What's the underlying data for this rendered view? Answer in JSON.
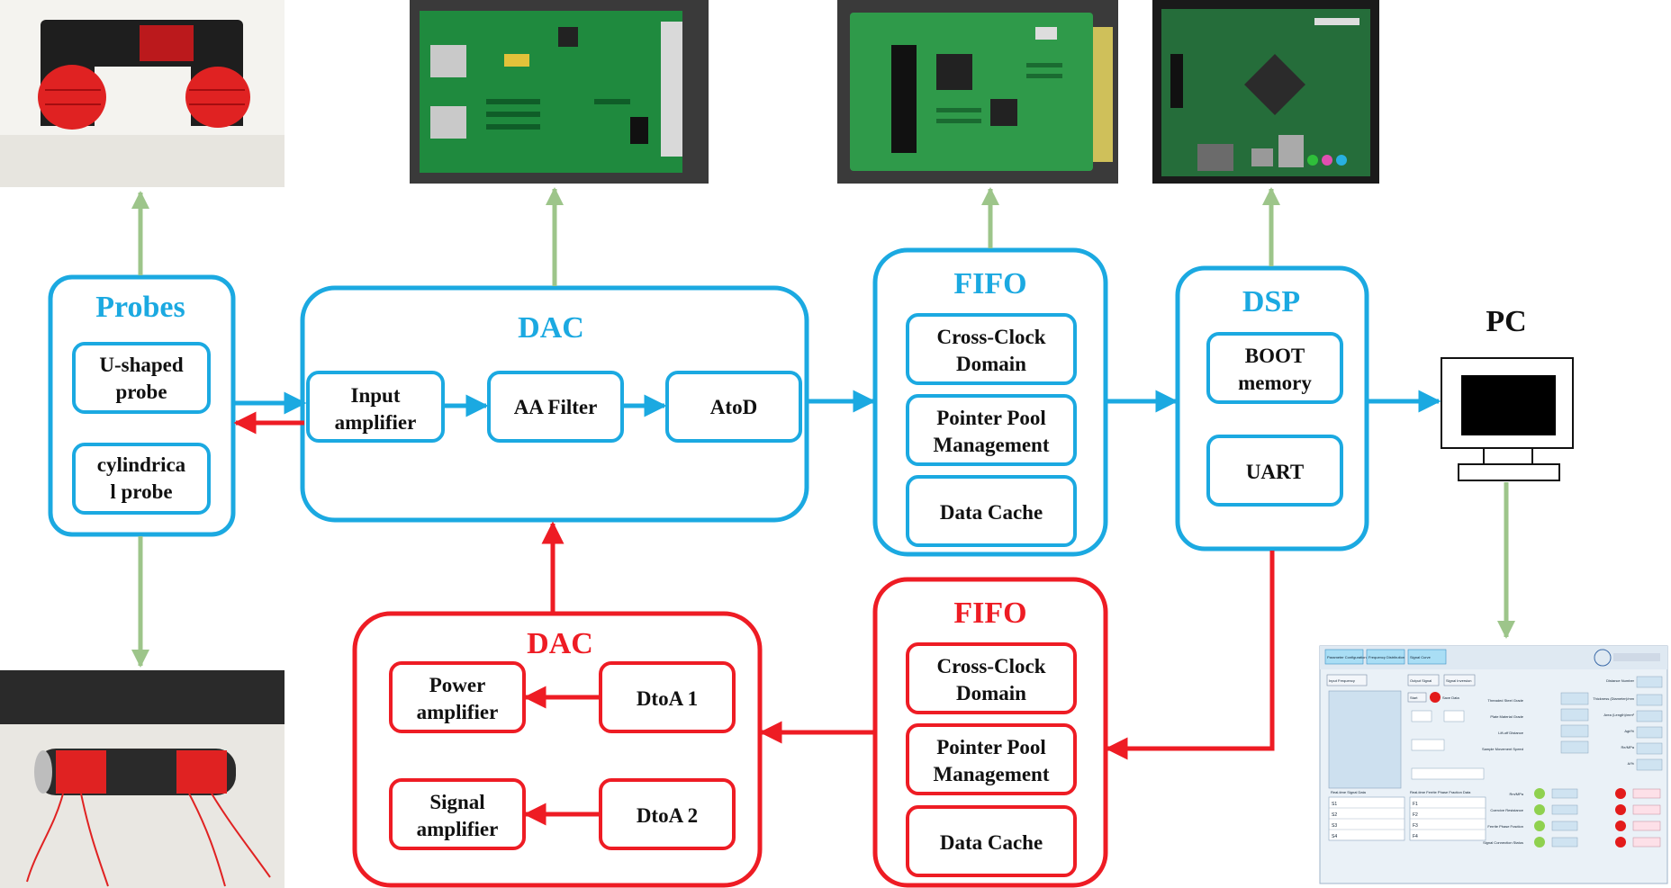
{
  "colors": {
    "blue": "#1ba9e1",
    "red": "#ee1c24",
    "green": "#9dc58a",
    "black": "#111111"
  },
  "probes": {
    "title": "Probes",
    "u_line1": "U-shaped",
    "u_line2": "probe",
    "cyl_line1": "cylindrica",
    "cyl_line2": "l probe"
  },
  "dac_in": {
    "title": "DAC",
    "input_line1": "Input",
    "input_line2": "amplifier",
    "aa_filter": "AA Filter",
    "atod": "AtoD"
  },
  "fifo_top": {
    "title": "FIFO",
    "cc_line1": "Cross-Clock",
    "cc_line2": "Domain",
    "pp_line1": "Pointer Pool",
    "pp_line2": "Management",
    "cache": "Data Cache"
  },
  "dsp": {
    "title": "DSP",
    "boot_line1": "BOOT",
    "boot_line2": "memory",
    "uart": "UART"
  },
  "pc": {
    "title": "PC"
  },
  "fifo_bottom": {
    "title": "FIFO",
    "cc_line1": "Cross-Clock",
    "cc_line2": "Domain",
    "pp_line1": "Pointer Pool",
    "pp_line2": "Management",
    "cache": "Data Cache"
  },
  "dac_out": {
    "title": "DAC",
    "power_line1": "Power",
    "power_line2": "amplifier",
    "signal_line1": "Signal",
    "signal_line2": "amplifier",
    "dtoa1": "DtoA 1",
    "dtoa2": "DtoA 2"
  },
  "software_ui": {
    "tabs": [
      "Parameter Configuration",
      "Frequency Distribution",
      "Signal Curve"
    ],
    "buttons": [
      "Input Frequency",
      "Output Signal",
      "Signal Inversion",
      "Start",
      "Save Data"
    ],
    "row_labels_left": [
      "S1",
      "S2",
      "S3",
      "S4"
    ],
    "row_labels_right": [
      "F1",
      "F2",
      "F3",
      "F4"
    ],
    "section_left": "Real-time Signal Data",
    "section_right": "Real-time Ferrite Phase Fraction Data",
    "status_labels": [
      "Rm/MPa",
      "Coercive Resistance",
      "Ferrite Phase Fraction",
      "Signal Connection Status"
    ],
    "fields_mid": [
      "Threaded Steel Grade",
      "Plate Material Grade",
      "Lift-off Distance",
      "Sample Movement Speed"
    ],
    "fields_right": [
      "Distance Number",
      "Thickness (Diameter)/mm",
      "Area (Length)/mm²",
      "Agt/%",
      "Re/MPa",
      "A/%"
    ]
  }
}
